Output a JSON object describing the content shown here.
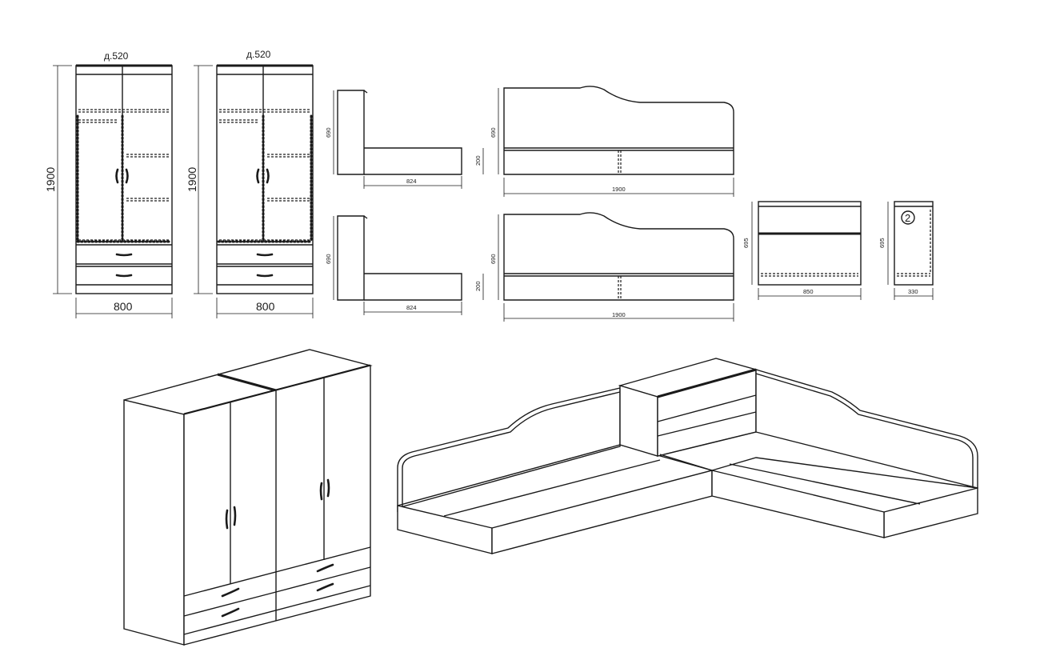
{
  "wardrobe_left": {
    "depth_label": "д.520",
    "height_label": "1900",
    "width_label": "800"
  },
  "wardrobe_right": {
    "depth_label": "д.520",
    "height_label": "1900",
    "width_label": "800"
  },
  "bed_side_top": {
    "height_label": "690",
    "length_label": "824",
    "base_label": "200"
  },
  "bed_side_bottom": {
    "height_label": "690",
    "length_label": "824",
    "base_label": "200"
  },
  "bed_front_top": {
    "height_label": "690",
    "length_label": "1900"
  },
  "bed_front_bottom": {
    "height_label": "690",
    "length_label": "1900"
  },
  "chest_front": {
    "height_label": "695",
    "width_label": "850"
  },
  "chest_side": {
    "height_label": "695",
    "depth_label": "330",
    "badge": "2"
  }
}
